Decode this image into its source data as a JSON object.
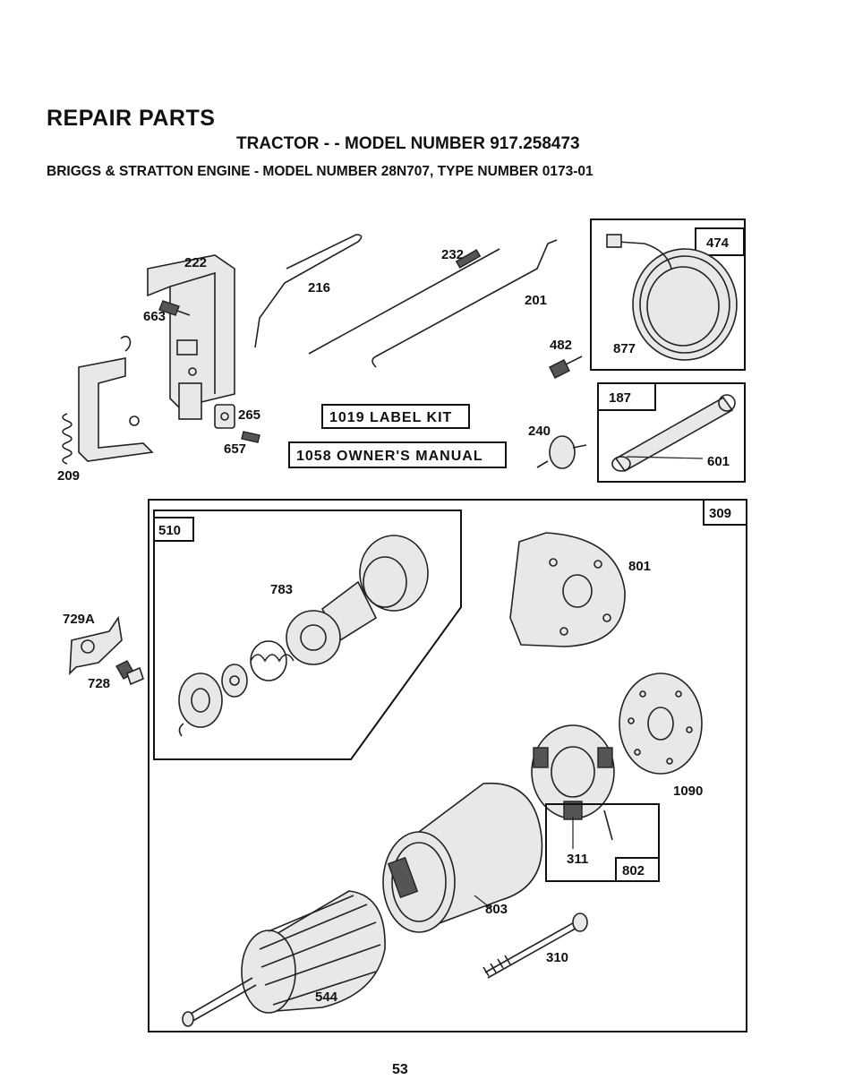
{
  "header": {
    "title": "REPAIR PARTS",
    "subtitle": "TRACTOR - - MODEL NUMBER 917.258473",
    "engine": "BRIGGS & STRATTON ENGINE - MODEL NUMBER 28N707, TYPE NUMBER 0173-01"
  },
  "kits": {
    "label_kit": "1019 LABEL KIT",
    "owners_manual": "1058 OWNER'S MANUAL"
  },
  "parts": {
    "p222": "222",
    "p663": "663",
    "p209": "209",
    "p265": "265",
    "p657": "657",
    "p216": "216",
    "p232": "232",
    "p201": "201",
    "p482": "482",
    "p240": "240",
    "p877": "877",
    "p601": "601",
    "p729a": "729A",
    "p728": "728",
    "p783": "783",
    "p801": "801",
    "p1090": "1090",
    "p311": "311",
    "p803": "803",
    "p310": "310",
    "p544": "544"
  },
  "boxes": {
    "b474": "474",
    "b187": "187",
    "b510": "510",
    "b309": "309",
    "b802": "802"
  },
  "footer": {
    "page_number": "53"
  }
}
